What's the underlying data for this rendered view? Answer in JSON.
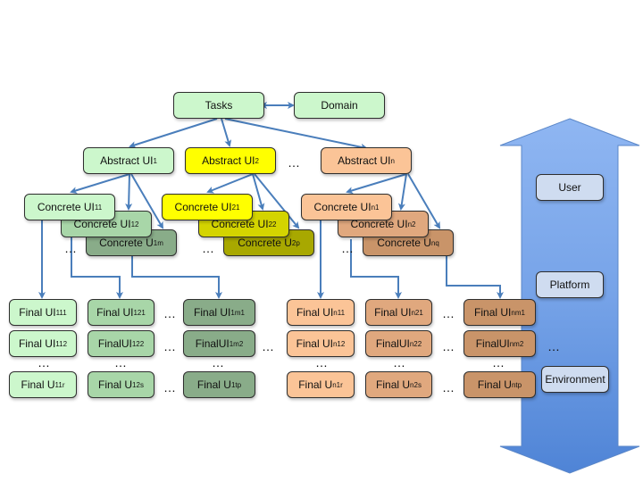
{
  "diagram": {
    "top": {
      "tasks": "Tasks",
      "domain": "Domain"
    },
    "abstract": [
      {
        "base": "Abstract UI",
        "sub": "1"
      },
      {
        "base": "Abstract UI",
        "sub": "2"
      },
      {
        "base": "Abstract UI",
        "sub": "n"
      }
    ],
    "concrete": [
      {
        "base": "Concrete UI",
        "sub": "11"
      },
      {
        "base": "Concrete UI",
        "sub": "12"
      },
      {
        "base": "Concrete U",
        "sub": "1m"
      },
      {
        "base": "Concrete UI",
        "sub": "21"
      },
      {
        "base": "Concrete UI",
        "sub": "22"
      },
      {
        "base": "Concrete U",
        "sub": "2p"
      },
      {
        "base": "Concrete UI",
        "sub": "n1"
      },
      {
        "base": "Concrete UI",
        "sub": "n2"
      },
      {
        "base": "Concrete U",
        "sub": "nq"
      }
    ],
    "final": [
      {
        "base": "Final UI",
        "sub": "111"
      },
      {
        "base": "Final UI",
        "sub": "112"
      },
      {
        "base": "Final U",
        "sub": "11r"
      },
      {
        "base": "Final UI",
        "sub": "121"
      },
      {
        "base": "FinalUI",
        "sub": "122"
      },
      {
        "base": "Final U",
        "sub": "12s"
      },
      {
        "base": "Final UI",
        "sub": "1m1"
      },
      {
        "base": "FinalUI",
        "sub": "1m2"
      },
      {
        "base": "Final U",
        "sub": "1tp"
      },
      {
        "base": "Final UI",
        "sub": "n11"
      },
      {
        "base": "Final UI",
        "sub": "n12"
      },
      {
        "base": "Final U",
        "sub": "n1r"
      },
      {
        "base": "Final UI",
        "sub": "n21"
      },
      {
        "base": "FinalUI",
        "sub": "n22"
      },
      {
        "base": "Final U",
        "sub": "n2s"
      },
      {
        "base": "Final UI",
        "sub": "nm1"
      },
      {
        "base": "FinalUI",
        "sub": "nm2"
      },
      {
        "base": "Final U",
        "sub": "ntp"
      }
    ],
    "context": {
      "user": "User",
      "platform": "Platform",
      "environment": "Environment"
    },
    "ellipsis": "…",
    "colors": {
      "arrow": "#4a7ebb",
      "big_arrow": "#6f9fe6"
    }
  }
}
